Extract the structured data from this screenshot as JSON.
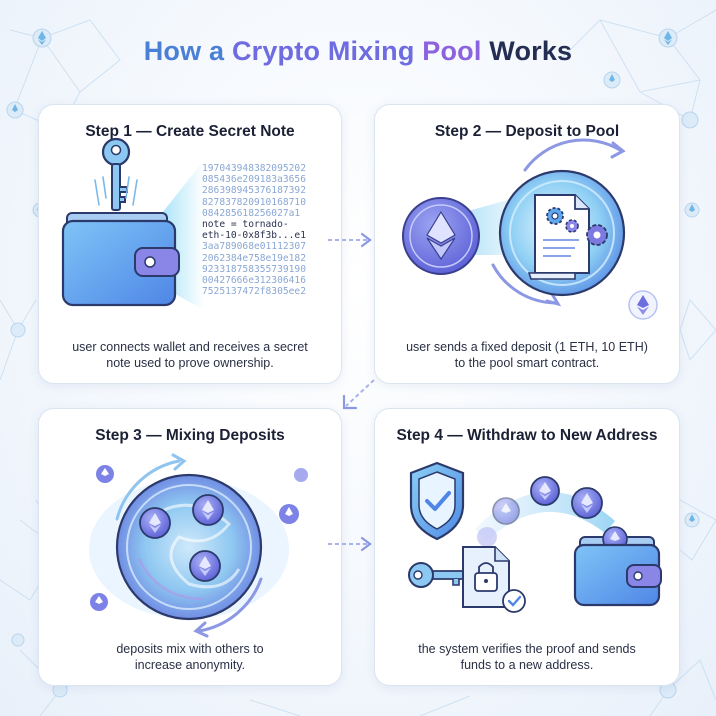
{
  "title": {
    "word1": "How a ",
    "word2": "Crypto Mixing ",
    "word3": "Pool ",
    "word4": "Works"
  },
  "steps": [
    {
      "title": "Step 1 — Create Secret Note",
      "desc_line1": "user connects wallet and receives a secret",
      "desc_line2": "note used to prove ownership.",
      "note_lines_before": [
        "197043948382095202",
        "085436e209183a3656",
        "286398945376187392",
        "827837820910168710",
        "084285618256027a1"
      ],
      "note_line1": "note = tornado-",
      "note_line2": "eth-10-0x8f3b...e1",
      "note_lines_after": [
        "3aa789068e01112307",
        "2062384e758e19e182",
        "923318758355739190",
        "00427666e312306416",
        "7525137472f8305ee2"
      ]
    },
    {
      "title": "Step 2 — Deposit to Pool",
      "desc_line1": "user sends a fixed deposit (1 ETH, 10 ETH)",
      "desc_line2": "to the pool smart contract."
    },
    {
      "title": "Step 3 — Mixing Deposits",
      "desc_line1": "deposits mix with others to",
      "desc_line2": "increase anonymity."
    },
    {
      "title": "Step 4 — Withdraw to New Address",
      "desc_line1": "the system verifies the proof and sends",
      "desc_line2": "funds to a new address."
    }
  ],
  "icons": {
    "key": "key-icon",
    "wallet": "wallet-icon",
    "eth": "ethereum-icon",
    "contract": "smart-contract-icon",
    "gears": "gear-icon",
    "shield": "shield-check-icon",
    "padlock": "padlock-icon",
    "check": "check-badge-icon",
    "arrow": "arrow-icon"
  },
  "colors": {
    "title_blue": "#4a7fd6",
    "title_purple": "#8c63de",
    "title_dark": "#242d52",
    "wallet_blue": "#5a9ff0",
    "eth_purple": "#6d6ee0",
    "pool_cyan": "#6fc3ef",
    "arrow_gray": "#a9b2ea"
  }
}
